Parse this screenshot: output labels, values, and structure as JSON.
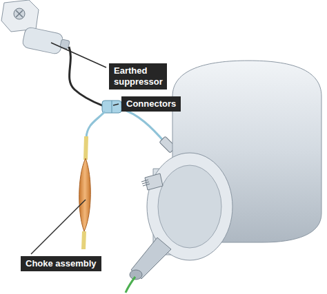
{
  "diagram": {
    "labels": [
      "Earthed suppressor",
      "Connectors",
      "Choke assembly"
    ]
  }
}
